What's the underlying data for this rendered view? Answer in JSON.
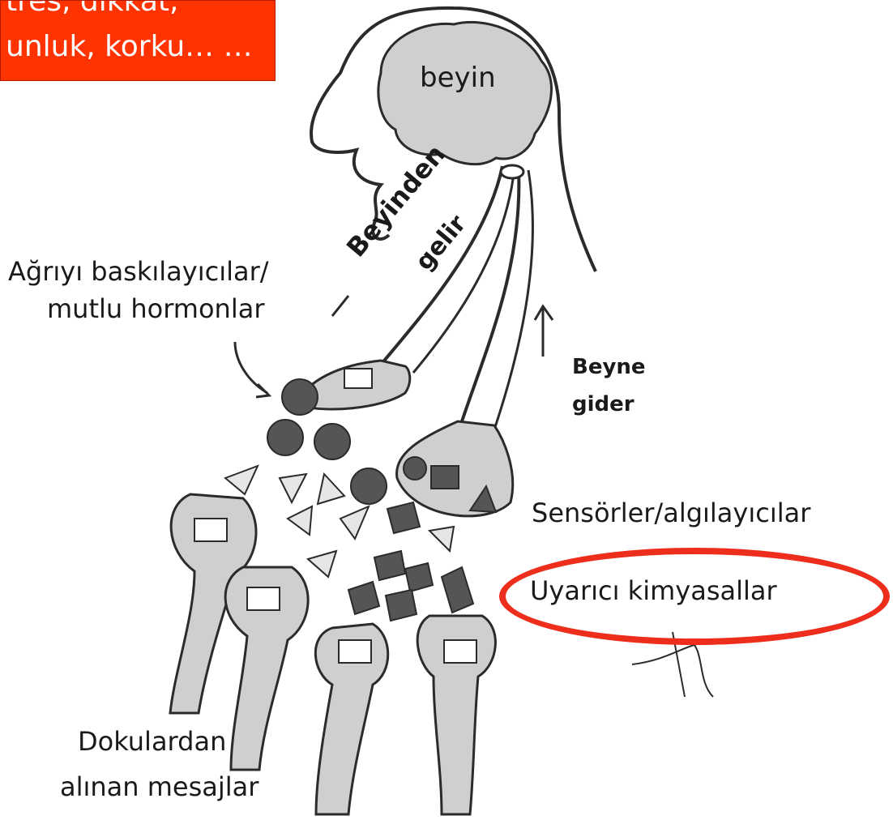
{
  "note_box": {
    "line1": "tres, dikkat,",
    "line2": "unluk, korku… …",
    "bg_color": "#ff3300"
  },
  "labels": {
    "brain": "beyin",
    "from_brain_1": "Beyinden",
    "from_brain_2": "gelir",
    "to_brain_1": "Beyne",
    "to_brain_2": "gider",
    "suppressors_1": "Ağrıyı baskılayıcılar/",
    "suppressors_2": "mutlu hormonlar",
    "sensors": "Sensörler/algılayıcılar",
    "stimulants": "Uyarıcı kimyasallar",
    "tissue_1": "Dokulardan",
    "tissue_2": "alınan mesajlar"
  },
  "colors": {
    "highlight_oval": "#ee2e1c",
    "sketch_fill": "#cfcfcf",
    "sketch_line": "#2b2b2b"
  }
}
